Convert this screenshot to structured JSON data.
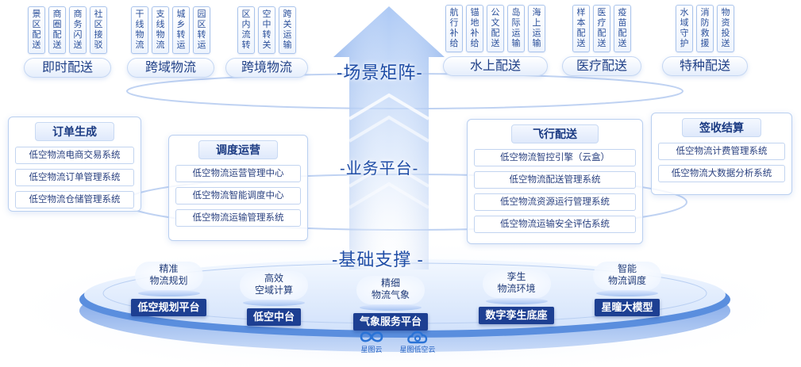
{
  "top_layer": {
    "title": "-场景矩阵-",
    "categories": [
      {
        "label": "即时配送",
        "tiles": [
          "景区配送",
          "商圈配送",
          "商务闪送",
          "社区接驳"
        ]
      },
      {
        "label": "跨域物流",
        "tiles": [
          "干线物流",
          "支线物流",
          "城乡转运",
          "园区转运"
        ]
      },
      {
        "label": "跨境物流",
        "tiles": [
          "区内流转",
          "空中转关",
          "跨关运输"
        ]
      },
      {
        "label": "水上配送",
        "tiles": [
          "航行补给",
          "锚地补给",
          "公文配送",
          "岛际运输",
          "海上运输"
        ]
      },
      {
        "label": "医疗配送",
        "tiles": [
          "样本配送",
          "医疗配送",
          "疫苗配送"
        ]
      },
      {
        "label": "特种配送",
        "tiles": [
          "水域守护",
          "消防救援",
          "物资投送"
        ]
      }
    ]
  },
  "business_layer": {
    "title": "-业务平台-",
    "panels": [
      {
        "title": "订单生成",
        "items": [
          "低空物流电商交易系统",
          "低空物流订单管理系统",
          "低空物流仓储管理系统"
        ]
      },
      {
        "title": "调度运营",
        "items": [
          "低空物流运营管理中心",
          "低空物流智能调度中心",
          "低空物流运输管理系统"
        ]
      },
      {
        "title": "飞行配送",
        "items": [
          "低空物流智控引擎（云盒）",
          "低空物流配送管理系统",
          "低空物流资源运行管理系统",
          "低空物流运输安全评估系统"
        ]
      },
      {
        "title": "签收结算",
        "items": [
          "低空物流计费管理系统",
          "低空物流大数据分析系统"
        ]
      }
    ]
  },
  "foundation_layer": {
    "title": "-基础支撑 -",
    "nodes": [
      {
        "desc": [
          "精准",
          "物流规划"
        ],
        "label": "低空规划平台"
      },
      {
        "desc": [
          "高效",
          "空域计算"
        ],
        "label": "低空中台"
      },
      {
        "desc": [
          "精细",
          "物流气象"
        ],
        "label": "气象服务平台"
      },
      {
        "desc": [
          "孪生",
          "物流环境"
        ],
        "label": "数字孪生底座"
      },
      {
        "desc": [
          "智能",
          "物流调度"
        ],
        "label": "星曈大模型"
      }
    ]
  },
  "logos": [
    {
      "text": "星图云",
      "icon": "infinity-logo-icon"
    },
    {
      "text": "星图低空云",
      "icon": "cloud-logo-icon"
    }
  ],
  "colors": {
    "primary_dark": "#1d3f92",
    "title_blue": "#1f4da6",
    "accent_light": "#c5d7f3",
    "arrow_blue": "#8fb3ee"
  }
}
